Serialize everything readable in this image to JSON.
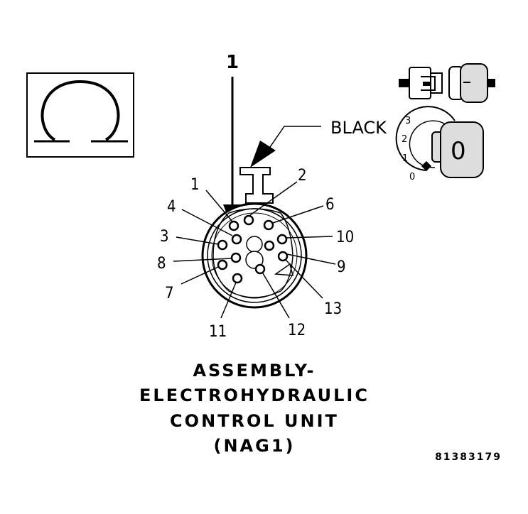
{
  "callout_main": "1",
  "connector_color": "BLACK",
  "pins": [
    {
      "id": "1",
      "label": "1"
    },
    {
      "id": "2",
      "label": "2"
    },
    {
      "id": "3",
      "label": "3"
    },
    {
      "id": "4",
      "label": "4"
    },
    {
      "id": "6",
      "label": "6"
    },
    {
      "id": "7",
      "label": "7"
    },
    {
      "id": "8",
      "label": "8"
    },
    {
      "id": "9",
      "label": "9"
    },
    {
      "id": "10",
      "label": "10"
    },
    {
      "id": "11",
      "label": "11"
    },
    {
      "id": "12",
      "label": "12"
    },
    {
      "id": "13",
      "label": "13"
    }
  ],
  "ignition_positions": [
    "3",
    "2",
    "1",
    "0"
  ],
  "key_position_mark": "0",
  "icons": {
    "meter": "ohmmeter-omega-icon",
    "connector": "disconnected-connector-icon",
    "ignition": "ignition-switch-off-icon"
  },
  "title_lines": [
    "ASSEMBLY-",
    "ELECTROHYDRAULIC",
    "CONTROL UNIT",
    "(NAG1)"
  ],
  "figure_id": "81383179"
}
